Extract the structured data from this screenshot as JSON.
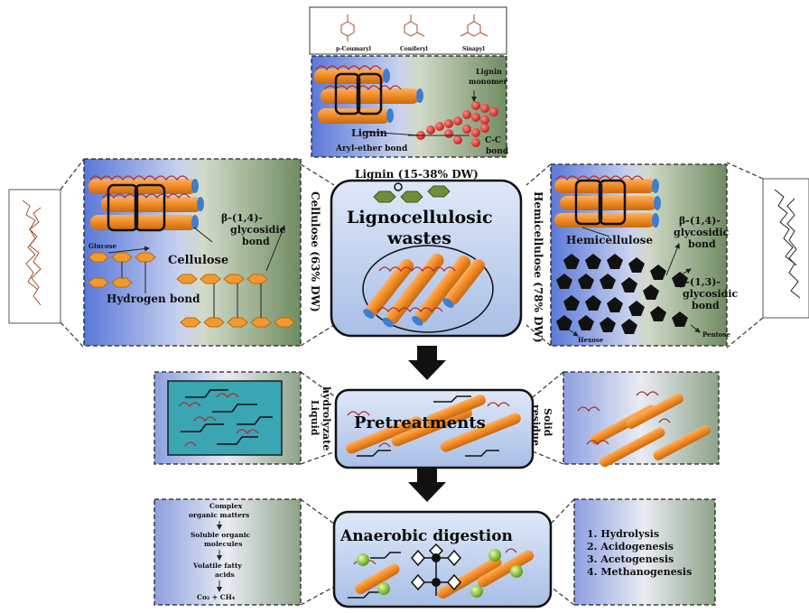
{
  "center": {
    "title_line1": "Lignocellulosic",
    "title_line2": "wastes",
    "lignin_share": "Lignin (15-38% DW)",
    "cellulose_share": "Cellulose (63% DW)",
    "hemicellulose_share": "Hemicellulose (78% DW)"
  },
  "lignin_panel": {
    "label": "Lignin",
    "monomer_label_1": "Lignin",
    "monomer_label_2": "monomer",
    "aryl_ether": "Aryl-ether bond",
    "cc_bond_1": "C-C",
    "cc_bond_2": "bond",
    "monomers": [
      "p-Coumaryl",
      "Coniferyl",
      "Sinapyl"
    ]
  },
  "cellulose_panel": {
    "label": "Cellulose",
    "glucose": "Glucose",
    "bond_line1": "β-(1,4)-",
    "bond_line2": "glycosidic",
    "bond_line3": "bond",
    "hydrogen_bond": "Hydrogen bond"
  },
  "hemicellulose_panel": {
    "label": "Hemicellulose",
    "bond14_line1": "β-(1,4)-",
    "bond14_line2": "glycosidic",
    "bond14_line3": "bond",
    "bond13_line1": "β-(1,3)-",
    "bond13_line2": "glycosidic",
    "bond13_line3": "bond",
    "hexose": "Hexose",
    "pentose": "Pentose"
  },
  "pretreatment": {
    "title": "Pretreatments",
    "liquid_1": "Liquid",
    "liquid_2": "hydrolyzate",
    "solid_1": "Solid",
    "solid_2": "residue"
  },
  "digestion": {
    "title": "Anaerobic digestion",
    "flow": [
      "Complex",
      "organic matters",
      "Soluble organic",
      "molecules",
      "Volatile fatty",
      "acids",
      "Co₂ + CH₄"
    ],
    "steps": [
      "1.  Hydrolysis",
      "2.  Acidogenesis",
      "3.  Acetogenesis",
      "4.  Methanogenesis"
    ]
  },
  "colors": {
    "fiber": "#f08a24",
    "fiber_end": "#3a7fd0",
    "panel_blue": "#4a6fd6",
    "panel_green": "#6e8a5e",
    "center_box": "#bccdea",
    "hexagon": "#6e8f3a",
    "pentagon": "#111111"
  }
}
